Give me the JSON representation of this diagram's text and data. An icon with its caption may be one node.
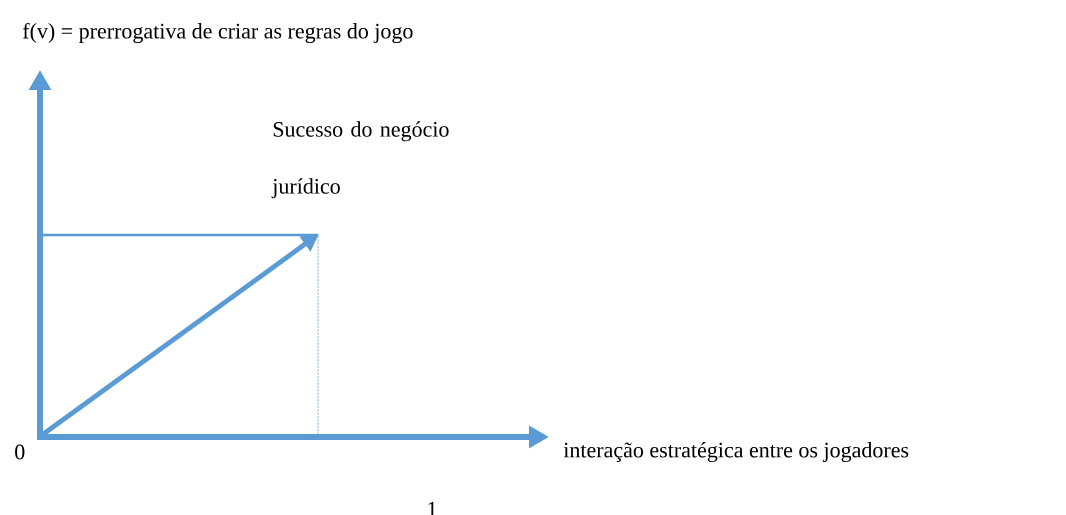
{
  "diagram": {
    "labels": [
      "f(v) = prerrogativa de criar as regras do jogo",
      "Sucesso do negócio jurídico",
      "0",
      "interação estratégica entre os jogadores",
      "1"
    ]
  }
}
